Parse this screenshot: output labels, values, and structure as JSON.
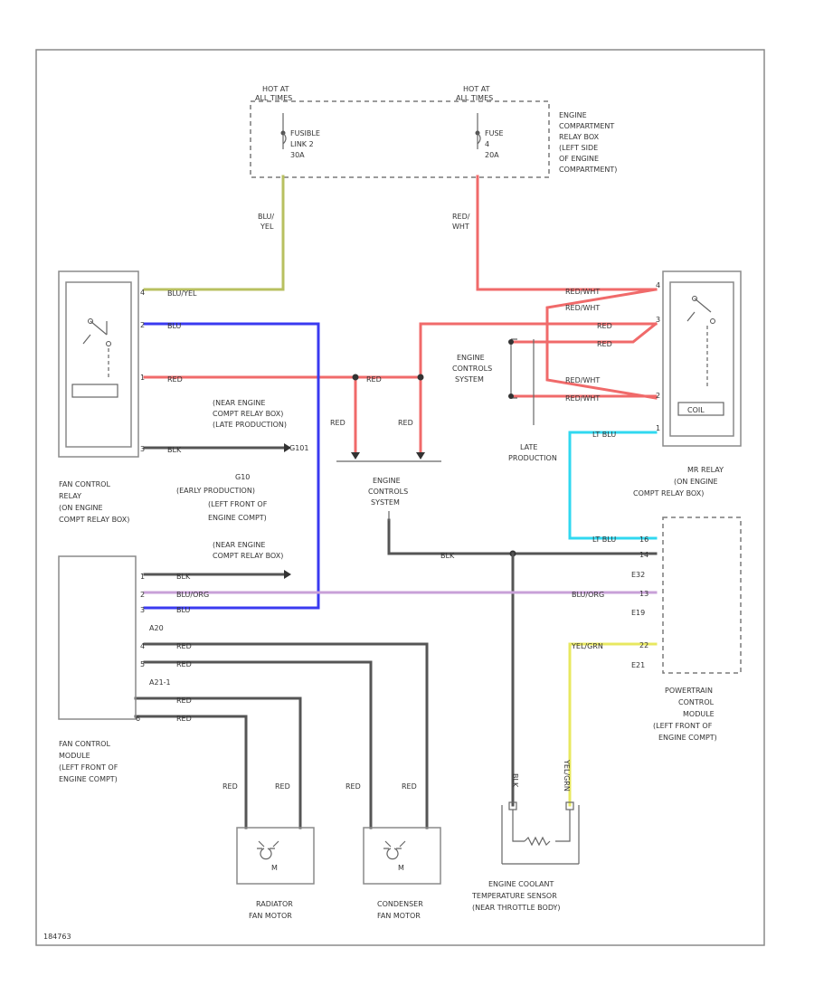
{
  "power_box": {
    "left_hot": [
      "HOT AT",
      "ALL TIMES"
    ],
    "left_fuse": [
      "FUSIBLE",
      "LINK 2",
      "30A"
    ],
    "right_hot": [
      "HOT AT",
      "ALL TIMES"
    ],
    "right_fuse": [
      "FUSE",
      "4",
      "20A"
    ],
    "relay_box_label": [
      "ENGINE",
      "COMPARTMENT",
      "RELAY BOX",
      "(LEFT SIDE",
      "OF ENGINE",
      "COMPARTMENT)"
    ]
  },
  "wire_labels": {
    "blu_yel": [
      "BLU/",
      "YEL"
    ],
    "red_wht": [
      "RED/",
      "WHT"
    ],
    "blu_yel_pin": "BLU/YEL",
    "blu_pin": "BLU",
    "red_pin": "RED",
    "blk_pin": "BLK",
    "red_a": "RED",
    "red_b": "RED",
    "red_c": "RED",
    "redwht_1": "RED/WHT",
    "redwht_2": "RED/WHT",
    "red_1": "RED",
    "red_2": "RED",
    "redwht_3": "RED/WHT",
    "redwht_4": "RED/WHT",
    "lt_blu_1": "LT BLU",
    "lt_blu_2": "LT BLU",
    "blu_org_1": "BLU/ORG",
    "blu_org_2": "BLU/ORG",
    "yel_grn": "YEL/GRN",
    "blk_mid": "BLK",
    "blk_a": "BLK",
    "blk_b": "BLU",
    "red_fm1": "RED",
    "red_fm2": "RED",
    "red_fm3": "RED",
    "red_fm4": "RED",
    "red_v1": "RED",
    "red_v2": "RED",
    "red_v3": "RED",
    "red_v4": "RED",
    "blk_v": "BLK",
    "yel_grn_v": "YEL/GRN"
  },
  "pins": {
    "fcr_4": "4",
    "fcr_2": "2",
    "fcr_1": "1",
    "fcr_3": "3",
    "mr_4": "4",
    "mr_3": "3",
    "mr_2": "2",
    "mr_1": "1",
    "pcm_1": "16",
    "pcm_2": "14",
    "pcm_3": "13",
    "pcm_4": "22",
    "fcm_1": "1",
    "fcm_2": "2",
    "fcm_3": "3",
    "fcm_4": "4",
    "fcm_5": "5",
    "fcm_6": "6"
  },
  "connectors": {
    "a20": "A20",
    "a21": "A21-1",
    "e32": "E32",
    "e19": "E19",
    "e21": "E21",
    "g101": "G101"
  },
  "labels": {
    "ground_near_box_late": [
      "(NEAR ENGINE",
      "COMPT RELAY BOX)",
      "(LATE PRODUCTION)"
    ],
    "g10_early": [
      "G10",
      "(EARLY PRODUCTION)",
      "(LEFT FRONT OF",
      "ENGINE COMPT)"
    ],
    "ground_near_box": [
      "(NEAR ENGINE",
      "COMPT RELAY BOX)"
    ],
    "fan_control_relay": [
      "FAN CONTROL",
      "RELAY",
      "(ON ENGINE",
      "COMPT RELAY BOX)"
    ],
    "engine_controls_system_top": [
      "ENGINE",
      "CONTROLS",
      "SYSTEM"
    ],
    "engine_controls_system_bottom": [
      "ENGINE",
      "CONTROLS",
      "SYSTEM"
    ],
    "late_production": [
      "LATE",
      "PRODUCTION"
    ],
    "mr_relay": [
      "MR RELAY",
      "(ON ENGINE",
      "COMPT RELAY BOX)"
    ],
    "fan_control_module": [
      "FAN CONTROL",
      "MODULE",
      "(LEFT FRONT OF",
      "ENGINE COMPT)"
    ],
    "pcm": [
      "POWERTRAIN",
      "CONTROL",
      "MODULE",
      "(LEFT FRONT OF",
      "ENGINE COMPT)"
    ],
    "radiator_fan_motor": [
      "RADIATOR",
      "FAN MOTOR"
    ],
    "condenser_fan_motor": [
      "CONDENSER",
      "FAN MOTOR"
    ],
    "ect_sensor": [
      "ENGINE COOLANT",
      "TEMPERATURE SENSOR",
      "(NEAR THROTTLE BODY)"
    ],
    "figure_code": "184763",
    "motor_m1": "M",
    "motor_m2": "M",
    "ecm_mark": "COIL"
  },
  "colors": {
    "red": "#f06a6a",
    "blue": "#3a3af0",
    "cyan": "#30d8f0",
    "yellow": "#e8e860",
    "olive": "#b8c060",
    "purple": "#c8a0d8",
    "black": "#555555"
  }
}
